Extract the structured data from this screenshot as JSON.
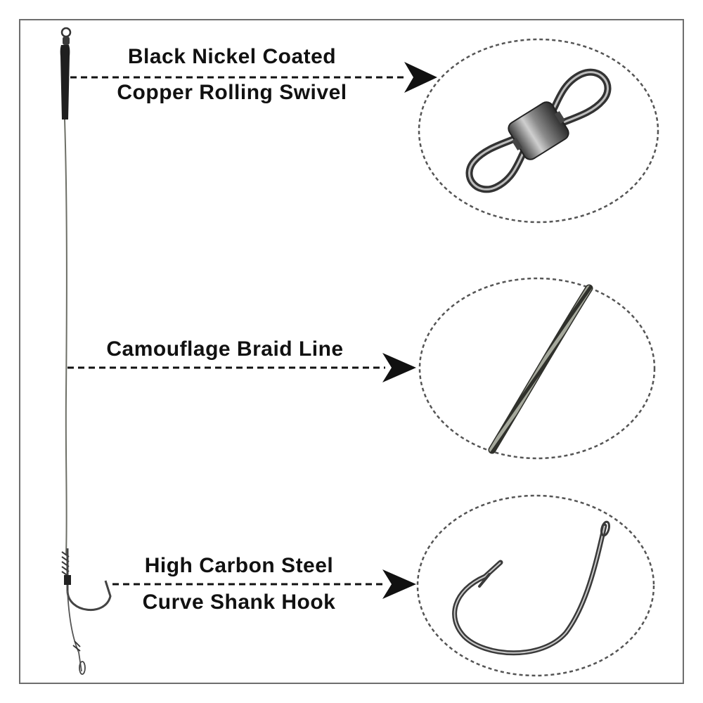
{
  "labels": {
    "swivel": {
      "line1": "Black Nickel Coated",
      "line2": "Copper Rolling Swivel"
    },
    "braid": {
      "line1": "Camouflage Braid Line"
    },
    "hook": {
      "line1": "High Carbon Steel",
      "line2": "Curve Shank Hook"
    }
  },
  "colors": {
    "frame": "#6e6e6e",
    "text": "#111111",
    "metal_dark": "#2b2b2b",
    "metal_light": "#bdbdbd",
    "braid_light": "#9a9d92"
  }
}
